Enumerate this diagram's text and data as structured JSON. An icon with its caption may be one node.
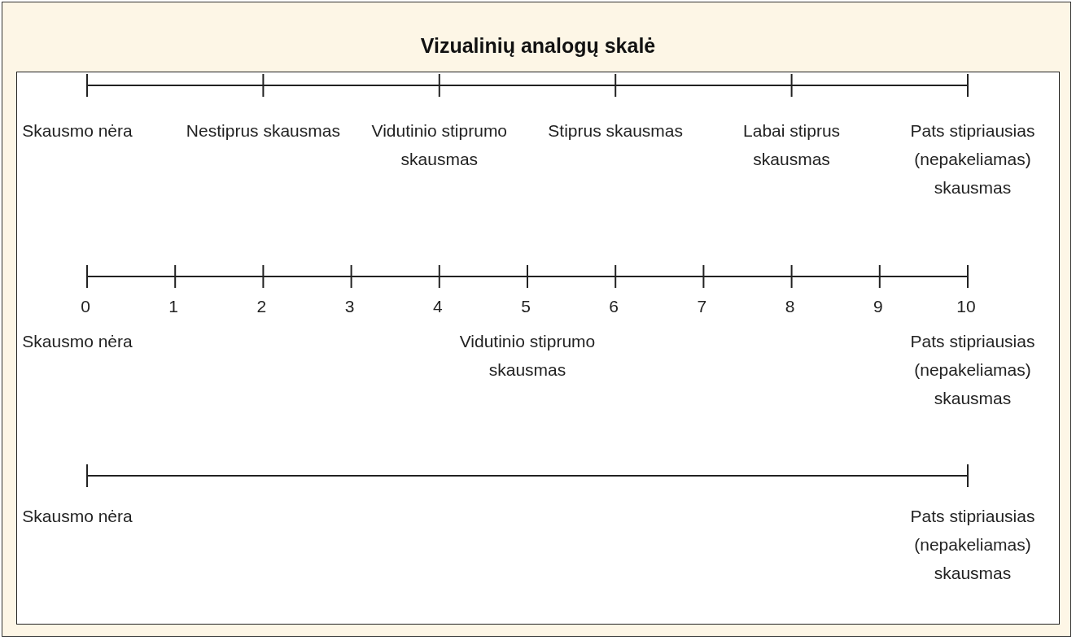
{
  "diagram": {
    "title": "Vizualinių analogų skalė",
    "labels": [
      "Skausmo nėra",
      "Nestiprus skausmas",
      "Vidutinio stiprumo skausmas",
      "Stiprus skausmas",
      "Labai stiprus skausmas",
      "Pats stipriausias (nepakeliamas) skausmas",
      "0",
      "1",
      "2",
      "3",
      "4",
      "5",
      "6",
      "7",
      "8",
      "9",
      "10",
      "Skausmo nėra",
      "Vidutinio stiprumo skausmas",
      "Pats stipriausias (nepakeliamas) skausmas",
      "Skausmo nėra",
      "Pats stipriausias (nepakeliamas) skausmas"
    ]
  }
}
